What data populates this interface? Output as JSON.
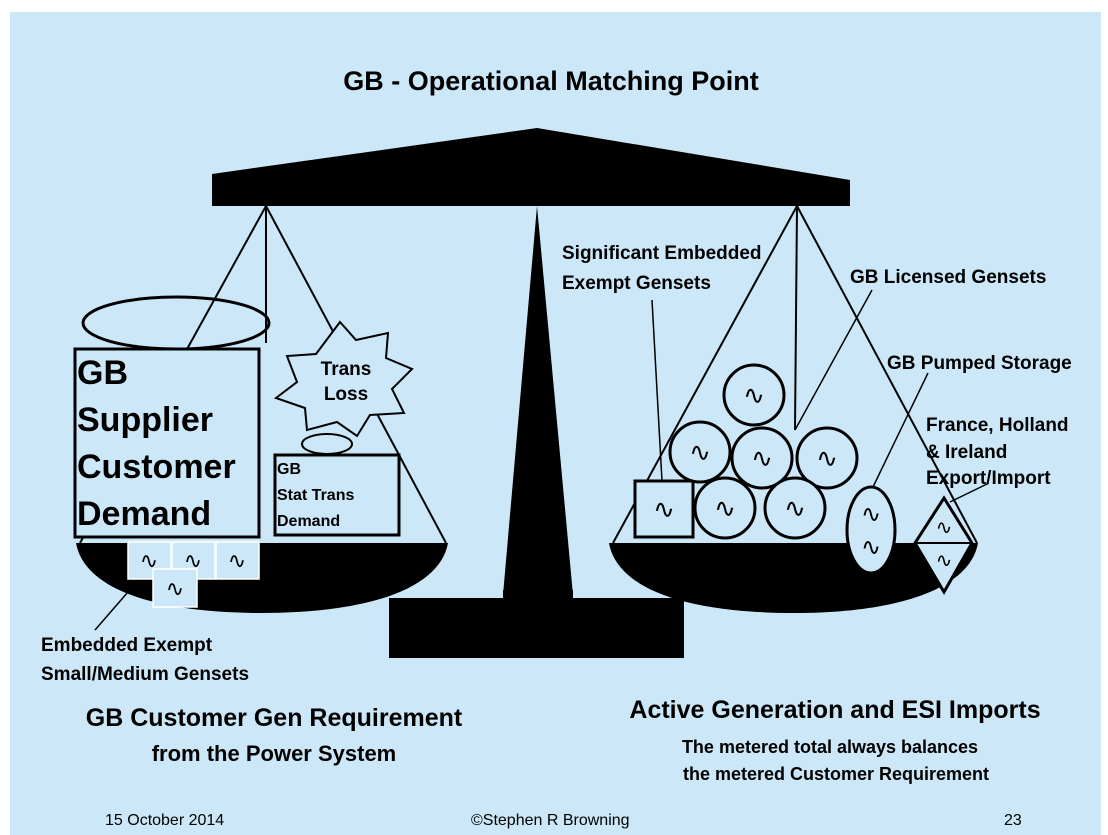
{
  "title": "GB - Operational Matching Point",
  "left_pan": {
    "demand_lines": [
      "GB",
      "Supplier",
      "Customer",
      "Demand"
    ],
    "trans_loss_lines": [
      "Trans",
      "Loss"
    ],
    "stat_trans_lines": [
      "GB",
      "Stat Trans",
      "Demand"
    ],
    "embedded_exempt_lines": [
      "Embedded Exempt",
      "Small/Medium Gensets"
    ],
    "genset_symbol": "∿"
  },
  "right_pan": {
    "significant_embedded_lines": [
      "Significant Embedded",
      "Exempt Gensets"
    ],
    "licensed_label": "GB Licensed Gensets",
    "pumped_storage_label": "GB Pumped Storage",
    "interconnector_lines": [
      "France, Holland",
      "& Ireland",
      "Export/Import"
    ]
  },
  "bottom_left": {
    "heading": "GB Customer Gen Requirement",
    "subheading": "from the Power System"
  },
  "bottom_right": {
    "heading": "Active Generation and ESI Imports",
    "note_lines": [
      "The metered total always balances",
      "the metered Customer Requirement"
    ]
  },
  "footer": {
    "date": "15 October 2014",
    "author": "©Stephen R Browning",
    "page": "23"
  },
  "colors": {
    "background": "#cce8f8",
    "ink": "#000000",
    "box_fill": "#cce8f8"
  }
}
